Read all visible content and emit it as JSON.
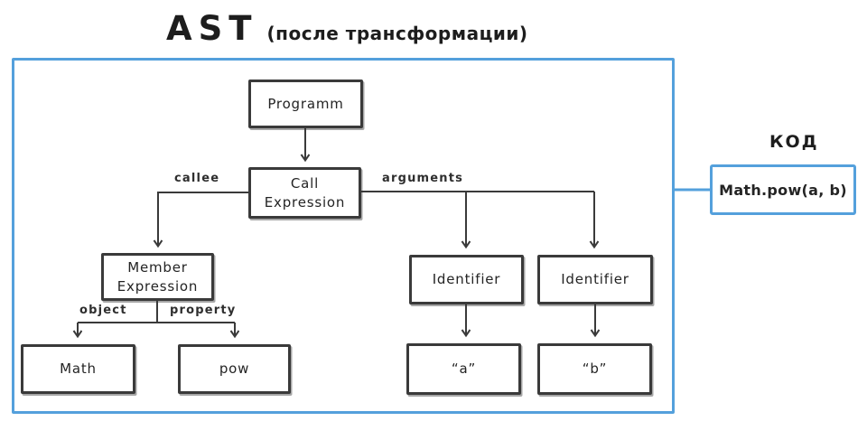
{
  "title": {
    "main": "AST",
    "subtitle": "(после трансформации)"
  },
  "tree": {
    "nodes": [
      {
        "id": "programm",
        "label": "Programm"
      },
      {
        "id": "call-expression",
        "label": "Call\nExpression"
      },
      {
        "id": "member-expression",
        "label": "Member\nExpression"
      },
      {
        "id": "identifier-1",
        "label": "Identifier"
      },
      {
        "id": "identifier-2",
        "label": "Identifier"
      },
      {
        "id": "math",
        "label": "Math"
      },
      {
        "id": "pow",
        "label": "pow"
      },
      {
        "id": "literal-a",
        "label": "“a”"
      },
      {
        "id": "literal-b",
        "label": "“b”"
      }
    ],
    "edge_labels": {
      "callee": "callee",
      "arguments": "arguments",
      "object": "object",
      "property": "property"
    }
  },
  "code_panel": {
    "heading": "КОД",
    "code": "Math.pow(a, b)"
  },
  "colors": {
    "accent_blue": "#54a0dc",
    "line_dark": "#3a3a3a"
  }
}
